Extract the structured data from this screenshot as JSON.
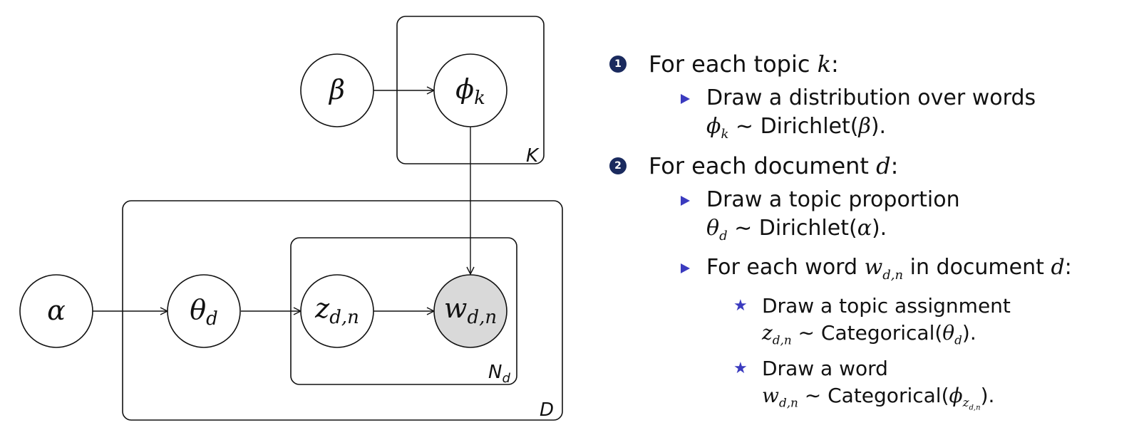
{
  "diagram": {
    "nodes": {
      "beta": {
        "symbol": "β"
      },
      "phi": {
        "symbol": "ϕ",
        "subscript": "k"
      },
      "alpha": {
        "symbol": "α"
      },
      "theta": {
        "symbol": "θ",
        "subscript": "d"
      },
      "z": {
        "symbol": "z",
        "subscript": "d,n"
      },
      "w": {
        "symbol": "w",
        "subscript": "d,n",
        "observed": true
      }
    },
    "plates": {
      "topics": {
        "label": "K"
      },
      "documents": {
        "label": "D"
      },
      "words": {
        "label": "N",
        "subscript": "d"
      }
    },
    "observed_fill": "#d9d9d9"
  },
  "steps": {
    "s1": {
      "number": "1",
      "lead": "For each topic ",
      "var": "k",
      "colon": ":",
      "sub1": {
        "line1": "Draw a distribution over words",
        "math": "ϕ",
        "math_sub": "k",
        "rest": " ∼ Dirichlet(",
        "param": "β",
        "close": ")."
      }
    },
    "s2": {
      "number": "2",
      "lead": "For each document ",
      "var": "d",
      "colon": ":",
      "sub1": {
        "line1": "Draw a topic proportion",
        "math": "θ",
        "math_sub": "d",
        "rest": " ∼ Dirichlet(",
        "param": "α",
        "close": ")."
      },
      "sub2": {
        "lead": "For each word ",
        "var": "w",
        "var_sub": "d,n",
        "mid": " in document ",
        "var2": "d",
        "colon": ":",
        "item1": {
          "line1": "Draw a topic assignment",
          "math": "z",
          "math_sub": "d,n",
          "rest": " ∼ Categorical(",
          "param": "θ",
          "param_sub": "d",
          "close": ")."
        },
        "item2": {
          "line1": "Draw a word",
          "math": "w",
          "math_sub": "d,n",
          "rest": " ∼ Categorical(",
          "param": "ϕ",
          "param_sub": "z",
          "param_subsub": "d,n",
          "close": ")."
        }
      }
    }
  },
  "colors": {
    "bullet_accent": "#3b3bbf",
    "number_badge": "#1a2a5e"
  }
}
